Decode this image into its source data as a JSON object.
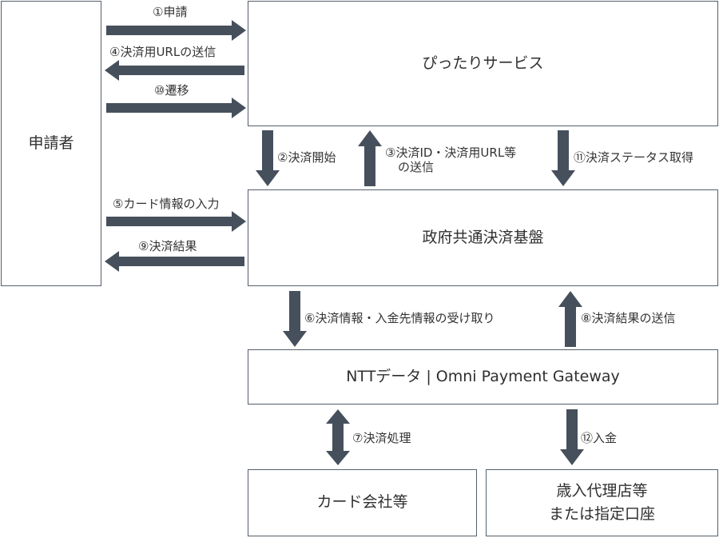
{
  "nodes": {
    "applicant": "申請者",
    "pittari": "ぴったりサービス",
    "platform": "政府共通決済基盤",
    "ntt": "NTTデータ | Omni Payment Gateway",
    "card": "カード会社等",
    "revenue_line1": "歳入代理店等",
    "revenue_line2": "または指定口座"
  },
  "steps": {
    "s1": "①申請",
    "s2": "②決済開始",
    "s3_line1": "③決済ID・決済用URL等",
    "s3_line2": "の送信",
    "s4": "④決済用URLの送信",
    "s5": "⑤カード情報の入力",
    "s6": "⑥決済情報・入金先情報の受け取り",
    "s7": "⑦決済処理",
    "s8": "⑧決済結果の送信",
    "s9": "⑨決済結果",
    "s10": "⑩遷移",
    "s11": "⑪決済ステータス取得",
    "s12": "⑫入金"
  },
  "colors": {
    "arrow": "#46505c",
    "border": "#555f6b",
    "text": "#2f2f2f"
  }
}
